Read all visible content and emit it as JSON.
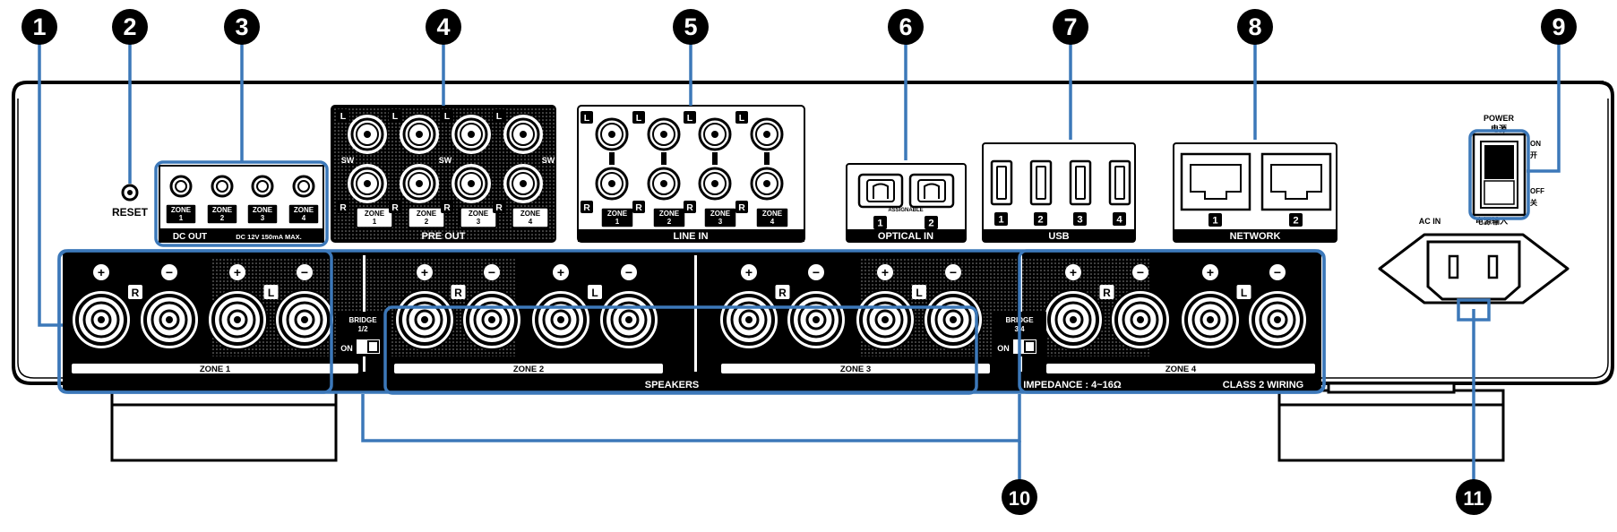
{
  "callouts": [
    {
      "id": 1,
      "label": "1"
    },
    {
      "id": 2,
      "label": "2"
    },
    {
      "id": 3,
      "label": "3"
    },
    {
      "id": 4,
      "label": "4"
    },
    {
      "id": 5,
      "label": "5"
    },
    {
      "id": 6,
      "label": "6"
    },
    {
      "id": 7,
      "label": "7"
    },
    {
      "id": 8,
      "label": "8"
    },
    {
      "id": 9,
      "label": "9"
    },
    {
      "id": 10,
      "label": "10"
    },
    {
      "id": 11,
      "label": "11"
    }
  ],
  "reset": {
    "label": "RESET"
  },
  "dc_out": {
    "zones": [
      "ZONE\n1",
      "ZONE\n2",
      "ZONE\n3",
      "ZONE\n4"
    ],
    "title": "DC OUT",
    "spec": "DC 12V 150mA MAX."
  },
  "pre_out": {
    "title": "PRE OUT",
    "zones": [
      "ZONE\n1",
      "ZONE\n2",
      "ZONE\n3",
      "ZONE\n4"
    ],
    "l": "L",
    "r": "R",
    "sw": "SW"
  },
  "line_in": {
    "title": "LINE IN",
    "zones": [
      "ZONE\n1",
      "ZONE\n2",
      "ZONE\n3",
      "ZONE\n4"
    ],
    "l": "L",
    "r": "R"
  },
  "optical_in": {
    "title": "OPTICAL IN",
    "assignable": "ASSIGNABLE",
    "ports": [
      "1",
      "2"
    ]
  },
  "usb": {
    "title": "USB",
    "ports": [
      "1",
      "2",
      "3",
      "4"
    ]
  },
  "network": {
    "title": "NETWORK",
    "ports": [
      "1",
      "2"
    ]
  },
  "power": {
    "title": "POWER",
    "title_cn": "电源",
    "on": "ON",
    "on_cn": "开",
    "off": "OFF",
    "off_cn": "关"
  },
  "ac_in": {
    "label": "AC IN",
    "label_cn": "电源输入"
  },
  "speakers": {
    "title": "SPEAKERS",
    "zones": [
      "ZONE 1",
      "ZONE 2",
      "ZONE 3",
      "ZONE 4"
    ],
    "impedance": "IMPEDANCE : 4~16Ω",
    "class2": "CLASS 2 WIRING",
    "plus": "+",
    "minus": "−",
    "l": "L",
    "r": "R",
    "bridge": [
      {
        "label": "BRIDGE",
        "sub": "1/2",
        "on": "ON"
      },
      {
        "label": "BRIDGE",
        "sub": "3/4",
        "on": "ON"
      }
    ]
  },
  "colors": {
    "accent": "#3c78b9",
    "ink": "#000000",
    "paper": "#ffffff"
  }
}
